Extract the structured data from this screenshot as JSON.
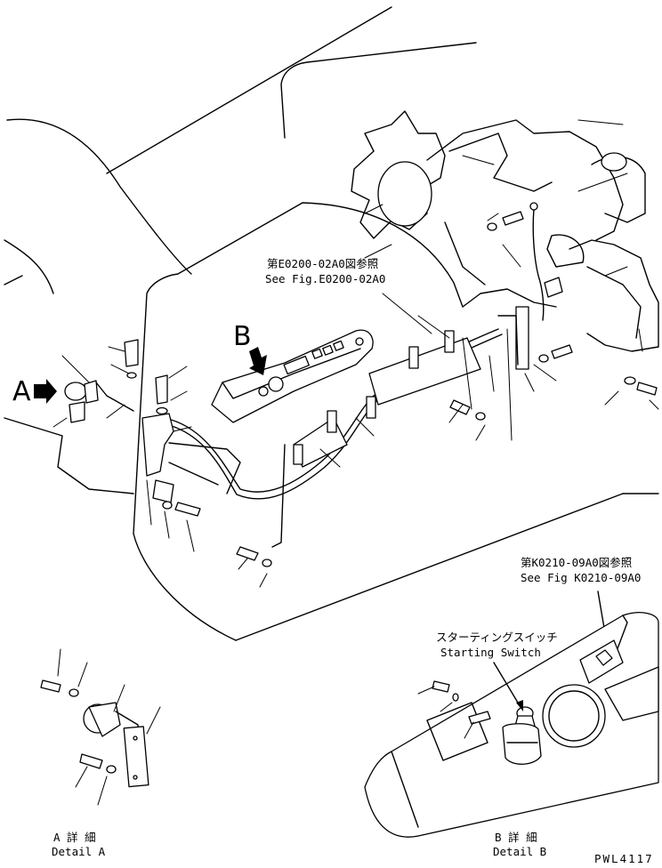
{
  "callouts": {
    "ref_top_jp": "第E0200-02A0図参照",
    "ref_top_en": "See Fig.E0200-02A0",
    "ref_bottom_jp": "第K0210-09A0図参照",
    "ref_bottom_en": "See Fig K0210-09A0",
    "switch_jp": "スターティングスイッチ",
    "switch_en": "Starting Switch"
  },
  "markers": {
    "a": "A",
    "b": "B"
  },
  "details": {
    "a_jp": "A 詳 細",
    "a_en": "Detail A",
    "b_jp": "B 詳 細",
    "b_en": "Detail B"
  },
  "drawing_id": "PWL4117"
}
